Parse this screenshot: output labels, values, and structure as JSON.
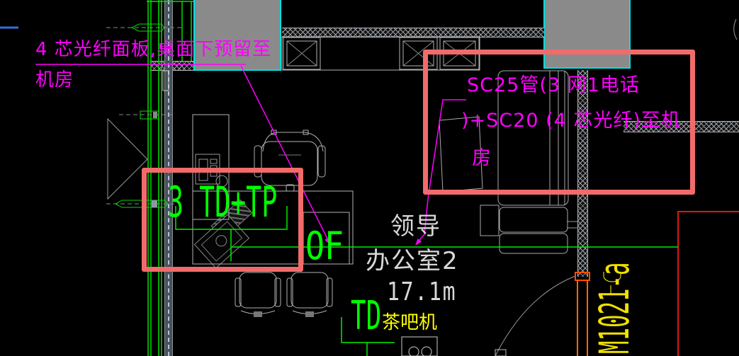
{
  "colors": {
    "background": "#000000",
    "annotation_magenta": "#ff00ff",
    "wiring_green": "#00ee00",
    "highlight_red": "#f26b6b",
    "boundary_red": "#e11616",
    "column_cyan": "#00e0e0",
    "door_orange": "#ff6a00",
    "label_yellow": "#ffff00",
    "room_text_gray": "#d8d8d8"
  },
  "annotations": {
    "fiber_note_line1": "4 芯光纤面板,桌面下预留至",
    "fiber_note_line2": "机房",
    "conduit_note_line1": "SC25管(3 网1电话",
    "conduit_note_line2": ")+SC20 (4 芯光纤)至机",
    "conduit_note_line3": "房",
    "outlet_group": "3 TD+TP",
    "floor_outlet": "OF",
    "tea_outlet": "TD",
    "tea_machine": "茶吧机",
    "door_code": "M1021-a"
  },
  "room": {
    "name_line1": "领导",
    "name_line2": "办公室2",
    "area": "17.1m"
  }
}
